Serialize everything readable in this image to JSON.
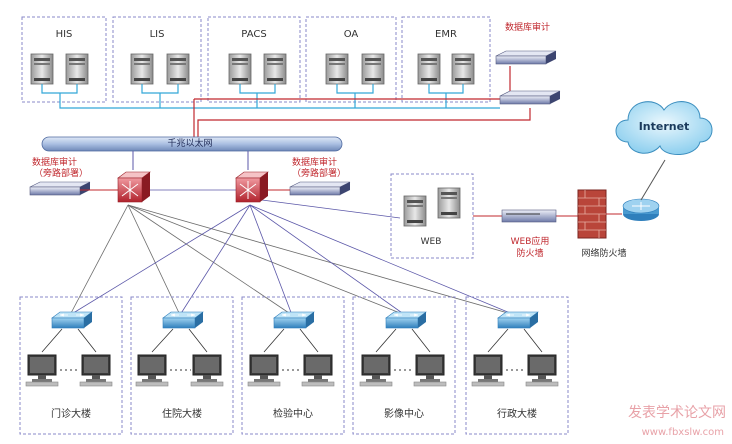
{
  "systems": [
    "HIS",
    "LIS",
    "PACS",
    "OA",
    "EMR"
  ],
  "audit_labels": {
    "top_right": "数据库审计",
    "left": "数据库审计",
    "left_sub": "（旁路部署）",
    "mid": "数据库审计",
    "mid_sub": "（旁路部署）"
  },
  "backbone": "千兆以太网",
  "web_server": "WEB",
  "waf": "WEB应用防火墙",
  "firewall": "网络防火墙",
  "internet": "Internet",
  "buildings": [
    "门诊大楼",
    "住院大楼",
    "检验中心",
    "影像中心",
    "行政大楼"
  ],
  "watermark": "发表学术论文网",
  "watermark_url": "www.fbxslw.com",
  "colors": {
    "box_border": "#8a88c8",
    "backbone": "#b9c9e6",
    "red_line": "#c0282e",
    "cyan_line": "#33a8d8",
    "blue_line": "#5b57a8",
    "gray_line": "#8a8a8a",
    "switch": "#4a9ad0",
    "core_switch": "#c0282e"
  }
}
